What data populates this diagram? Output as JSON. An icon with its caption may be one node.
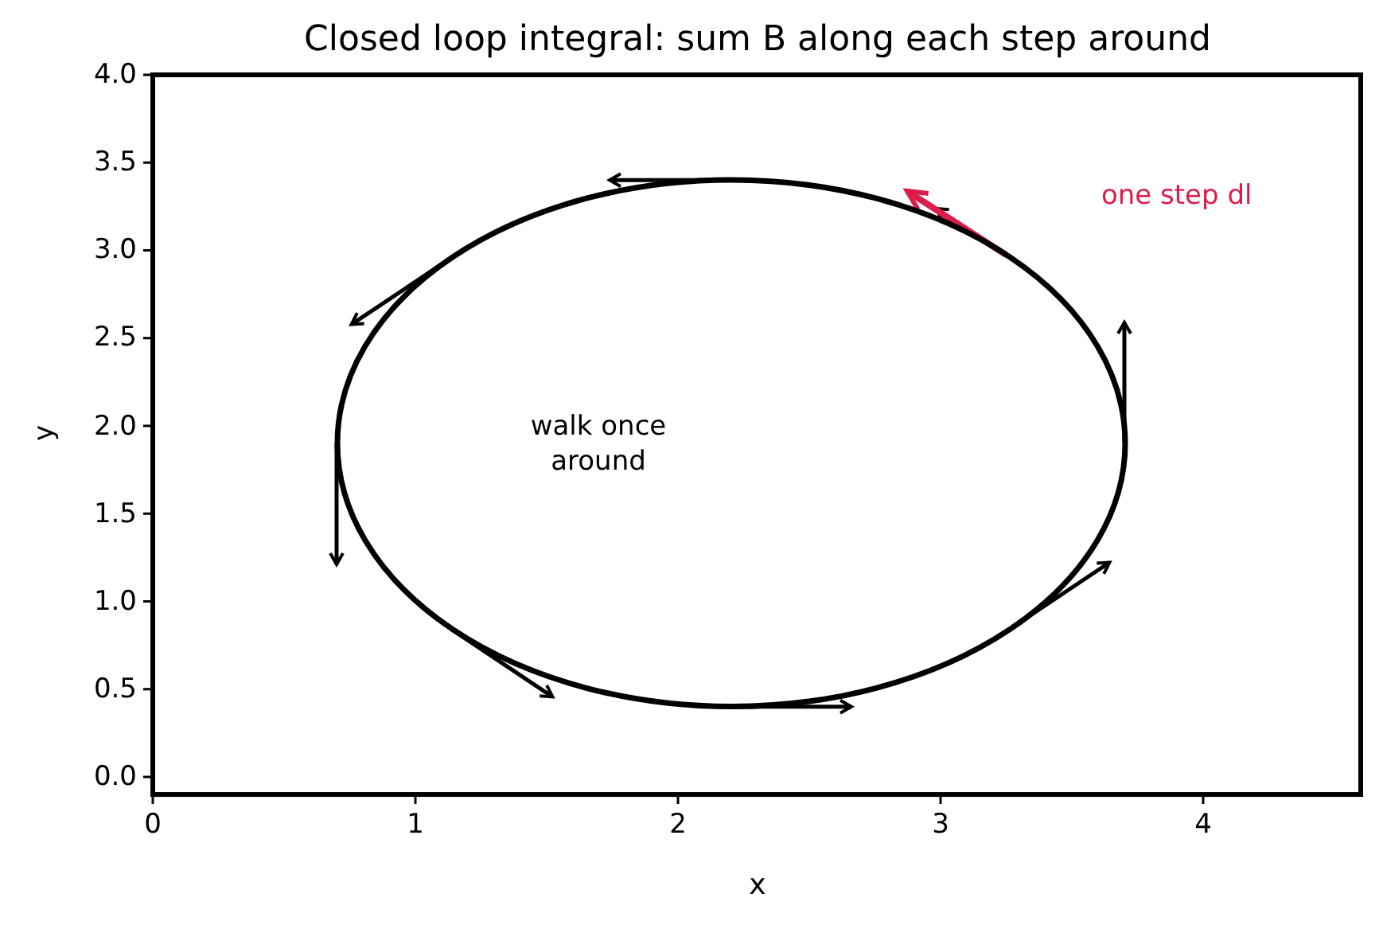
{
  "diagram": {
    "title": "Closed loop integral: sum B along each step around",
    "nodes": [
      {
        "text": [
          "walk once around"
        ]
      }
    ],
    "labels": [
      "4.0",
      "3.5",
      "3.0",
      "2.5",
      "2.0",
      "1.5",
      "1.0",
      "0.5",
      "0.0",
      "y",
      "one step dl",
      "0",
      "1",
      "2",
      "3",
      "4",
      "x"
    ]
  }
}
